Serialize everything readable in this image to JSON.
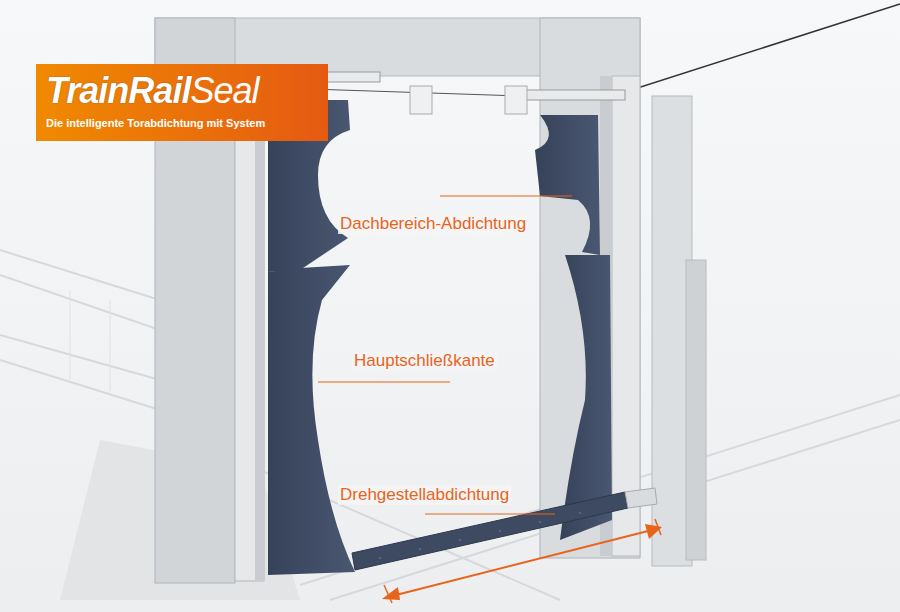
{
  "diagram": {
    "nodes": [
      {
        "text": [
          "TrainRail",
          "Seal",
          "Die intelligente Torabdichtung mit System"
        ]
      }
    ],
    "labels": [
      "Dachbereich-Abdichtung",
      "Hauptschließkante",
      "Drehgestellabdichtung"
    ]
  }
}
